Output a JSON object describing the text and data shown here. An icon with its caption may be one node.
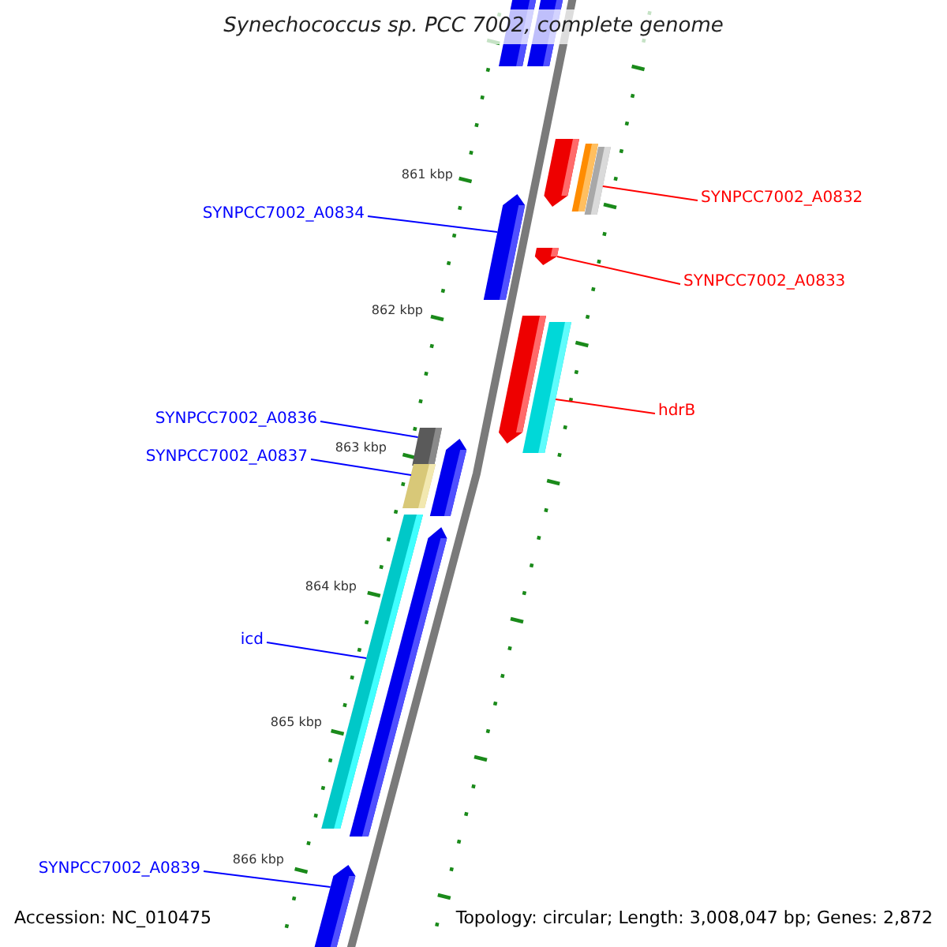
{
  "diagram": {
    "title": "Synechococcus sp. PCC 7002, complete genome",
    "nodes": [
      {
        "text": [],
        "shape": "bar"
      },
      {
        "text": [],
        "shape": "bar"
      },
      {
        "text": [],
        "shape": "bar"
      },
      {
        "text": [],
        "shape": "bar"
      },
      {
        "text": [],
        "shape": "bar"
      },
      {
        "text": [
          "SYNPCC7002_A0832"
        ]
      },
      {
        "text": [],
        "shape": "bar"
      },
      {
        "text": [
          "SYNPCC7002_A0834"
        ]
      },
      {
        "text": [],
        "shape": "bar"
      },
      {
        "text": [
          "SYNPCC7002_A0833"
        ]
      },
      {
        "text": [],
        "shape": "bar"
      },
      {
        "text": [],
        "shape": "bar"
      },
      {
        "text": [
          "hdrB"
        ]
      },
      {
        "text": [
          "SYNPCC7002_A0836"
        ]
      },
      {
        "text": [],
        "shape": "bar"
      },
      {
        "text": [],
        "shape": "bar"
      },
      {
        "text": [
          "SYNPCC7002_A0837"
        ]
      },
      {
        "text": [],
        "shape": "bar"
      },
      {
        "text": [],
        "shape": "bar"
      },
      {
        "text": [],
        "shape": "bar"
      },
      {
        "text": [
          "icd"
        ]
      },
      {
        "text": [
          "SYNPCC7002_A0839"
        ]
      },
      {
        "text": [],
        "shape": "bar"
      }
    ],
    "edges": [
      {
        "from": 5,
        "to": 4,
        "arrow": "none",
        "color": "#ff0000"
      },
      {
        "from": 7,
        "to": 6,
        "arrow": "none",
        "color": "#0000ff"
      },
      {
        "from": 9,
        "to": 8,
        "arrow": "none",
        "color": "#ff0000"
      },
      {
        "from": 12,
        "to": 11,
        "arrow": "none",
        "color": "#ff0000"
      },
      {
        "from": 13,
        "to": 14,
        "arrow": "none",
        "color": "#0000ff"
      },
      {
        "from": 16,
        "to": 17,
        "arrow": "none",
        "color": "#0000ff"
      },
      {
        "from": 20,
        "to": 18,
        "arrow": "none",
        "color": "#0000ff"
      },
      {
        "from": 21,
        "to": 22,
        "arrow": "none",
        "color": "#0000ff"
      }
    ],
    "labels": [
      "861 kbp",
      "862 kbp",
      "863 kbp",
      "864 kbp",
      "865 kbp",
      "866 kbp",
      "Accession: NC_010475",
      "Topology: circular; Length: 3,008,047 bp; Genes: 2,872"
    ]
  }
}
